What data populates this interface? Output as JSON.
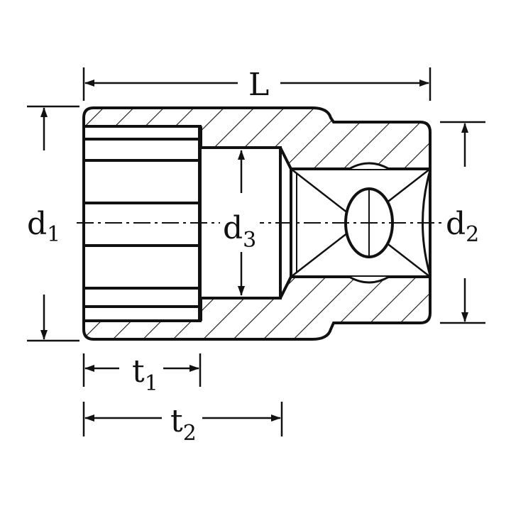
{
  "title": "Socket cross-section dimension drawing",
  "colors": {
    "ink": "#111111",
    "background": "#ffffff"
  },
  "dimensions": {
    "L": {
      "base": "L",
      "sub": ""
    },
    "d1": {
      "base": "d",
      "sub": "1"
    },
    "d2": {
      "base": "d",
      "sub": "2"
    },
    "d3": {
      "base": "d",
      "sub": "3"
    },
    "t1": {
      "base": "t",
      "sub": "1"
    },
    "t2": {
      "base": "t",
      "sub": "2"
    }
  }
}
